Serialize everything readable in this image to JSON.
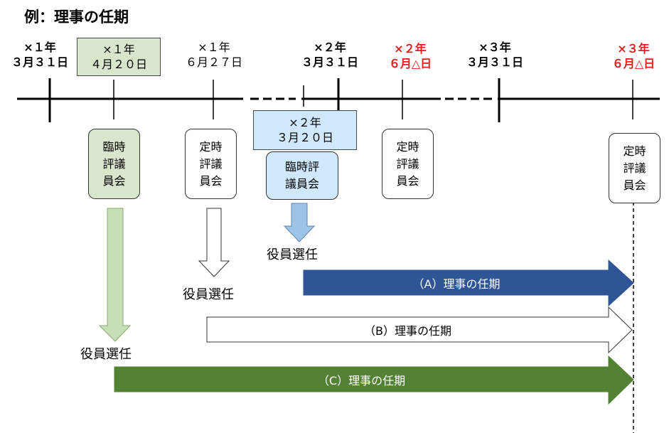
{
  "title": "例：理事の任期",
  "dates": [
    {
      "line1": "×１年",
      "line2": "３月３１日"
    },
    {
      "line1": "×１年",
      "line2": "４月２０日"
    },
    {
      "line1": "×１年",
      "line2": "６月２７日"
    },
    {
      "line1": "×２年",
      "line2": "３月２０日"
    },
    {
      "line1": "×２年",
      "line2": "３月３１日"
    },
    {
      "line1": "×２年",
      "line2": "６月△日"
    },
    {
      "line1": "×３年",
      "line2": "３月３１日"
    },
    {
      "line1": "×３年",
      "line2": "６月△日"
    }
  ],
  "meetings": [
    {
      "lines": [
        "臨時",
        "評議",
        "員会"
      ]
    },
    {
      "lines": [
        "定時",
        "評議",
        "員会"
      ]
    },
    {
      "lines": [
        "臨時評",
        "議員会"
      ]
    },
    {
      "lines": [
        "定時",
        "評議",
        "員会"
      ]
    },
    {
      "lines": [
        "定時",
        "評議",
        "員会"
      ]
    }
  ],
  "election_label": "役員選任",
  "terms": [
    {
      "label": "（A）理事の任期",
      "color": "#2f5597"
    },
    {
      "label": "（B）理事の任期",
      "color": "#ffffff"
    },
    {
      "label": "（C）理事の任期",
      "color": "#548235"
    }
  ],
  "colors": {
    "red_text": "#e0201b",
    "green_fill": "#d8e6cc",
    "blue_fill": "#cfe8fb",
    "light_green_arrow": "#c5e0b4",
    "light_blue_arrow": "#9dc3e6"
  }
}
